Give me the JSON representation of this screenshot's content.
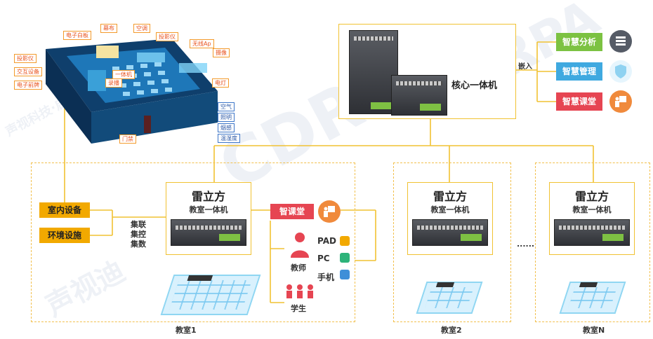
{
  "watermark": {
    "big": "CDRPA",
    "cn1": "声视迪",
    "cn2": "声视科技·启迪未来"
  },
  "core": {
    "label": "核心一体机",
    "embed_label": "嵌入"
  },
  "smart_functions": [
    {
      "label": "智慧分析",
      "color": "#7cc242",
      "icon": "server-rack-icon",
      "icon_color": "#555b66"
    },
    {
      "label": "智慧管理",
      "color": "#3fa9e0",
      "icon": "shield-icon",
      "icon_color": "#8fd2f1"
    },
    {
      "label": "智慧课堂",
      "color": "#e64552",
      "icon": "classroom-icon",
      "icon_color": "#f08a3c"
    }
  ],
  "classroom_model_labels": {
    "orange": [
      "电子白板",
      "幕布",
      "空调",
      "投影仪",
      "投影仪",
      "无线Ap",
      "交互设备",
      "电子前牌",
      "一体机",
      "录播",
      "摄像",
      "电灯",
      "门禁"
    ],
    "blue": [
      "空气",
      "照明",
      "烟感",
      "温湿度"
    ]
  },
  "devices": {
    "items": [
      "室内设备",
      "环境设施"
    ],
    "collect_label": [
      "集联",
      "集控",
      "集数"
    ]
  },
  "units": [
    {
      "brand": "雷立方",
      "sub": "教室一体机",
      "room": "教室1"
    },
    {
      "brand": "雷立方",
      "sub": "教室一体机",
      "room": "教室2"
    },
    {
      "brand": "雷立方",
      "sub": "教室一体机",
      "room": "教室N"
    }
  ],
  "ellipsis": "......",
  "smart_class": {
    "label": "智课堂",
    "teacher": "教师",
    "student": "学生",
    "terminals": [
      {
        "label": "PAD",
        "icon": "tablet-icon",
        "color": "#f2a900"
      },
      {
        "label": "PC",
        "icon": "pc-icon",
        "color": "#2db37a"
      },
      {
        "label": "手机",
        "icon": "phone-icon",
        "color": "#3f8fd8"
      }
    ]
  }
}
